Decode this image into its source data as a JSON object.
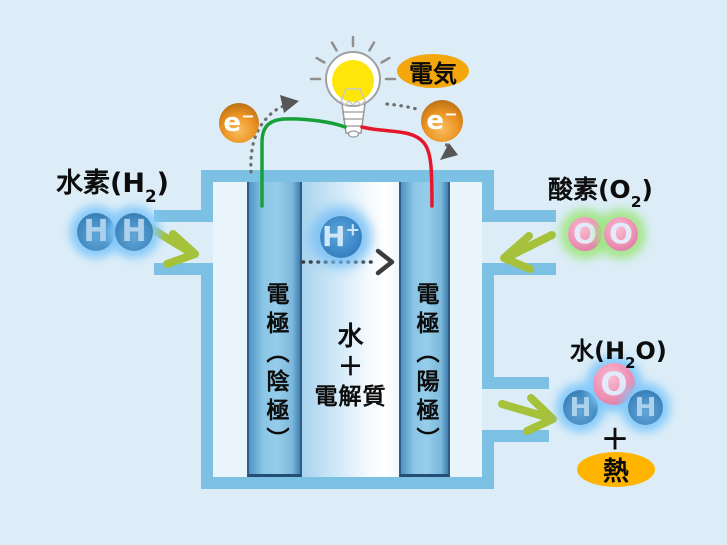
{
  "diagram": {
    "electricity_label": "電気",
    "heat_label": "熱",
    "plus_sign": "＋",
    "hydrogen_label": {
      "pre": "水素(H",
      "sub": "2",
      "post": ")"
    },
    "oxygen_label": {
      "pre": "酸素(O",
      "sub": "2",
      "post": ")"
    },
    "water_label": {
      "pre": "水(H",
      "sub": "2",
      "post": "O)"
    },
    "left_electrode_label": "電極（陰極）",
    "right_electrode_label": "電極（陽極）",
    "electrolyte_lines": [
      "水",
      "＋",
      "電解質"
    ],
    "proton": {
      "base": "H",
      "sup": "+"
    },
    "electron": {
      "base": "e",
      "sup": "−"
    },
    "molecules": {
      "hydrogen_atoms": [
        "H",
        "H"
      ],
      "oxygen_atoms": [
        "O",
        "O"
      ],
      "water_atoms": [
        "H",
        "O",
        "H"
      ]
    },
    "colors": {
      "background": "#dcedf8",
      "cell_wall": "#7cc1e4",
      "cell_interior": "#e9f5fb",
      "electrode_blue": "#7ab8dc",
      "electricity_oval": "#f4a70c",
      "heat_oval": "#ffb400",
      "electron_orange": "#ec9523",
      "hydrogen_atom_blue": "#4088bf",
      "oxygen_atom_pink": "#ee8fb4",
      "wire_green": "#15a03a",
      "wire_red": "#e5182b",
      "flow_arrow_green": "#a6c13a",
      "bulb_yellow": "#ffe60a"
    }
  }
}
